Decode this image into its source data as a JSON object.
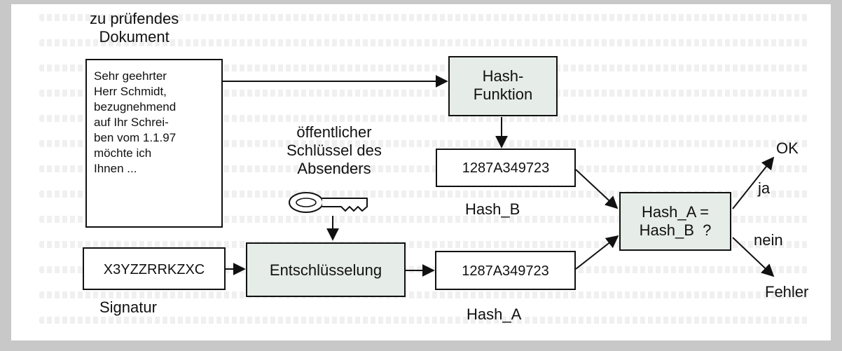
{
  "diagram": {
    "title_lines": [
      "zu prüfendes",
      "Dokument"
    ],
    "document_lines": [
      "Sehr geehrter",
      "Herr Schmidt,",
      "bezugnehmend",
      "auf Ihr Schrei-",
      "ben vom 1.1.97",
      "möchte ich",
      "Ihnen ..."
    ],
    "hash_function_lines": [
      "Hash-",
      "Funktion"
    ],
    "hash_b_value": "1287A349723",
    "hash_b_label": "Hash_B",
    "public_key_lines": [
      "öffentlicher",
      "Schlüssel des",
      "Absenders"
    ],
    "signature_value": "X3YZZRRKZXC",
    "signature_label": "Signatur",
    "decryption_label": "Entschlüsselung",
    "hash_a_value": "1287A349723",
    "hash_a_label": "Hash_A",
    "compare_lines": [
      "Hash_A =",
      "Hash_B  ?"
    ],
    "yes_label": "ja",
    "no_label": "nein",
    "ok_label": "OK",
    "error_label": "Fehler"
  },
  "colors": {
    "background": "#c8c8c8",
    "paper": "#ffffff",
    "shaded_box": "#e6ece7",
    "ink": "#111111"
  },
  "icons": [
    "key-icon"
  ]
}
